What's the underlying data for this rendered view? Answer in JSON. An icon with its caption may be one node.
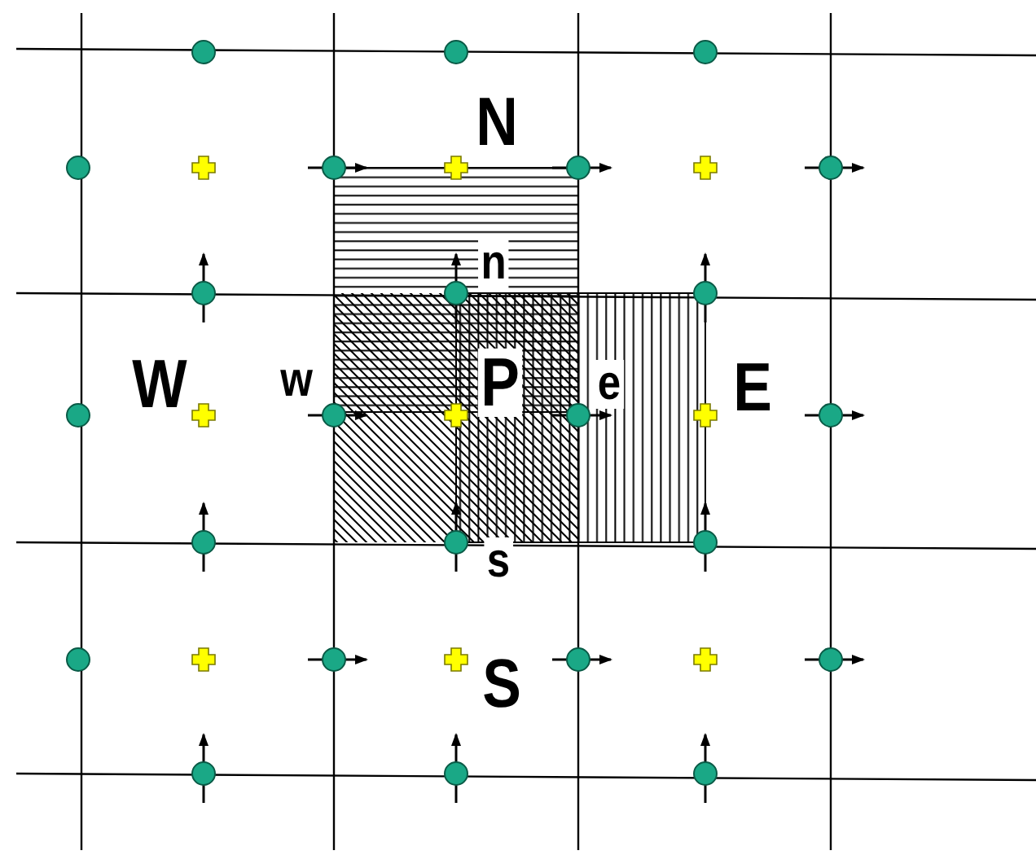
{
  "diagram": {
    "labels": [
      "N",
      "n",
      "W",
      "w",
      "P",
      "e",
      "E",
      "s",
      "S"
    ]
  }
}
